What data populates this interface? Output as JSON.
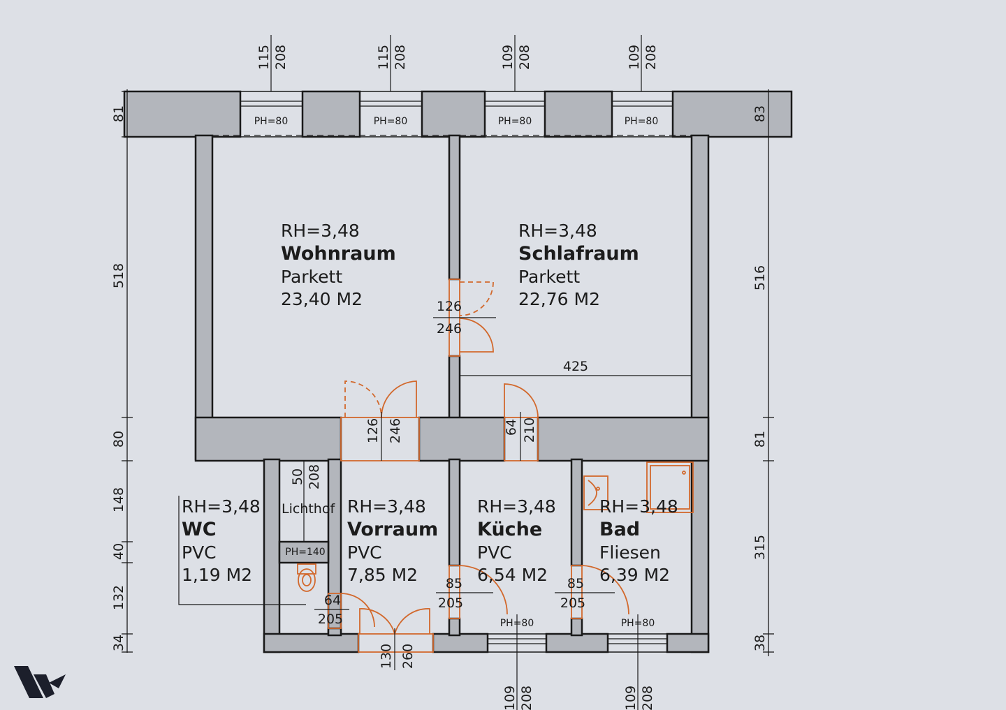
{
  "rooms": {
    "wohnraum": {
      "height": "RH=3,48",
      "name": "Wohnraum",
      "floor": "Parkett",
      "area": "23,40 M2"
    },
    "schlafraum": {
      "height": "RH=3,48",
      "name": "Schlafraum",
      "floor": "Parkett",
      "area": "22,76 M2"
    },
    "wc": {
      "height": "RH=3,48",
      "name": "WC",
      "floor": "PVC",
      "area": "1,19 M2"
    },
    "lichthof": {
      "name": "Lichthof"
    },
    "vorraum": {
      "height": "RH=3,48",
      "name": "Vorraum",
      "floor": "PVC",
      "area": "7,85 M2"
    },
    "kueche": {
      "height": "RH=3,48",
      "name": "Küche",
      "floor": "PVC",
      "area": "6,54 M2"
    },
    "bad": {
      "height": "RH=3,48",
      "name": "Bad",
      "floor": "Fliesen",
      "area": "6,39 M2"
    }
  },
  "windows": {
    "w1": {
      "parapet": "PH=80",
      "width": "115",
      "height": "208"
    },
    "w2": {
      "parapet": "PH=80",
      "width": "115",
      "height": "208"
    },
    "w3": {
      "parapet": "PH=80",
      "width": "109",
      "height": "208"
    },
    "w4": {
      "parapet": "PH=80",
      "width": "109",
      "height": "208"
    },
    "w5": {
      "parapet": "PH=80",
      "width": "109",
      "height": "208"
    },
    "w6": {
      "parapet": "PH=80",
      "width": "109",
      "height": "208"
    },
    "lichthof": {
      "parapet": "PH=140",
      "width": "50",
      "height": "208"
    }
  },
  "doors": {
    "wohn_schlaf": {
      "width": "126",
      "height": "246"
    },
    "wohn_vorraum": {
      "width": "126",
      "height": "246"
    },
    "vorraum_kueche": {
      "width": "64",
      "height": "210"
    },
    "wc": {
      "width": "64",
      "height": "205"
    },
    "kueche": {
      "width": "85",
      "height": "205"
    },
    "bad": {
      "width": "85",
      "height": "205"
    },
    "entrance": {
      "width": "130",
      "height": "260"
    }
  },
  "dimensions": {
    "left": [
      "81",
      "518",
      "80",
      "148",
      "40",
      "132",
      "34"
    ],
    "right": [
      "83",
      "516",
      "81",
      "315",
      "38"
    ],
    "schlafraum_width": "425"
  },
  "colors": {
    "walls": "#b3b6bc",
    "doors": "#d2692d",
    "background": "#dde0e6",
    "logo": "#1c1f2b"
  },
  "logo": {
    "icon": "w-logo-icon"
  }
}
